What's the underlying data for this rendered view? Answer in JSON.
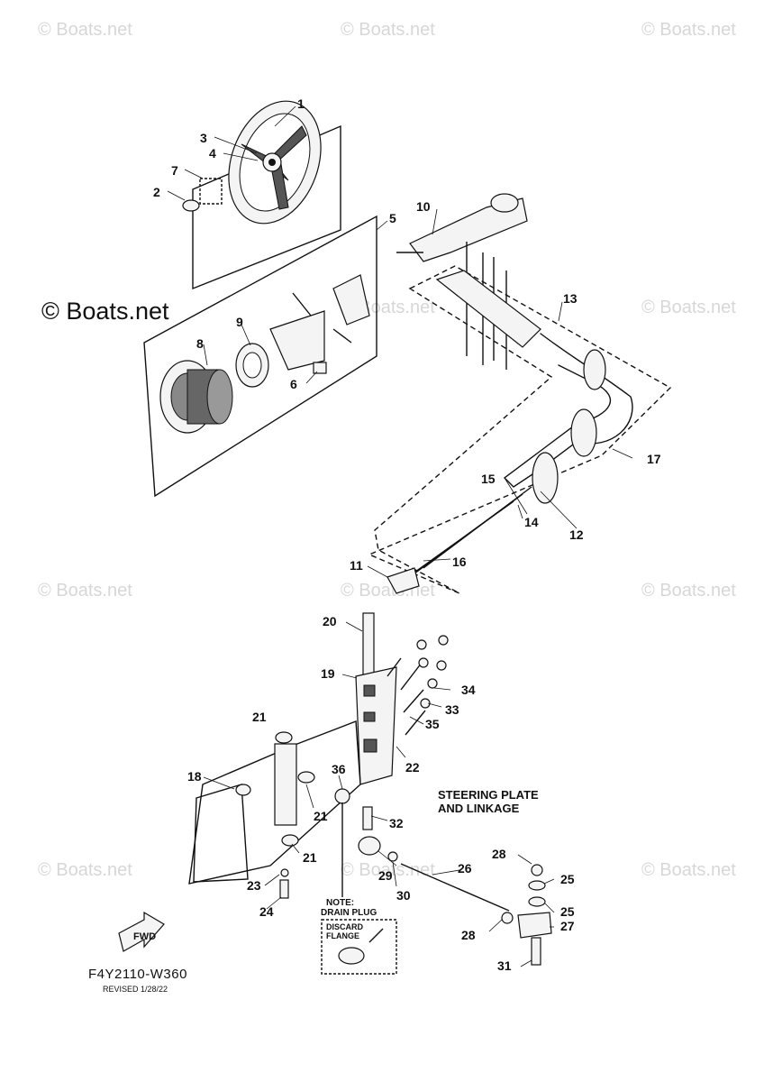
{
  "watermark": {
    "text": "© Boats.net",
    "large_text": "© Boats.net"
  },
  "diagram": {
    "title_line1": "STEERING PLATE",
    "title_line2": "AND LINKAGE",
    "note_line1": "NOTE:",
    "note_line2": "DRAIN PLUG",
    "discard_line1": "DISCARD",
    "discard_line2": "FLANGE",
    "fwd_label": "FWD",
    "code": "F4Y2110-W360",
    "revised": "REVISED 1/28/22",
    "callouts": [
      "1",
      "2",
      "3",
      "4",
      "5",
      "6",
      "7",
      "8",
      "9",
      "10",
      "11",
      "12",
      "13",
      "14",
      "15",
      "16",
      "17",
      "18",
      "19",
      "20",
      "21",
      "21",
      "21",
      "22",
      "23",
      "24",
      "25",
      "25",
      "26",
      "27",
      "28",
      "28",
      "29",
      "30",
      "31",
      "32",
      "33",
      "34",
      "35",
      "36"
    ]
  }
}
